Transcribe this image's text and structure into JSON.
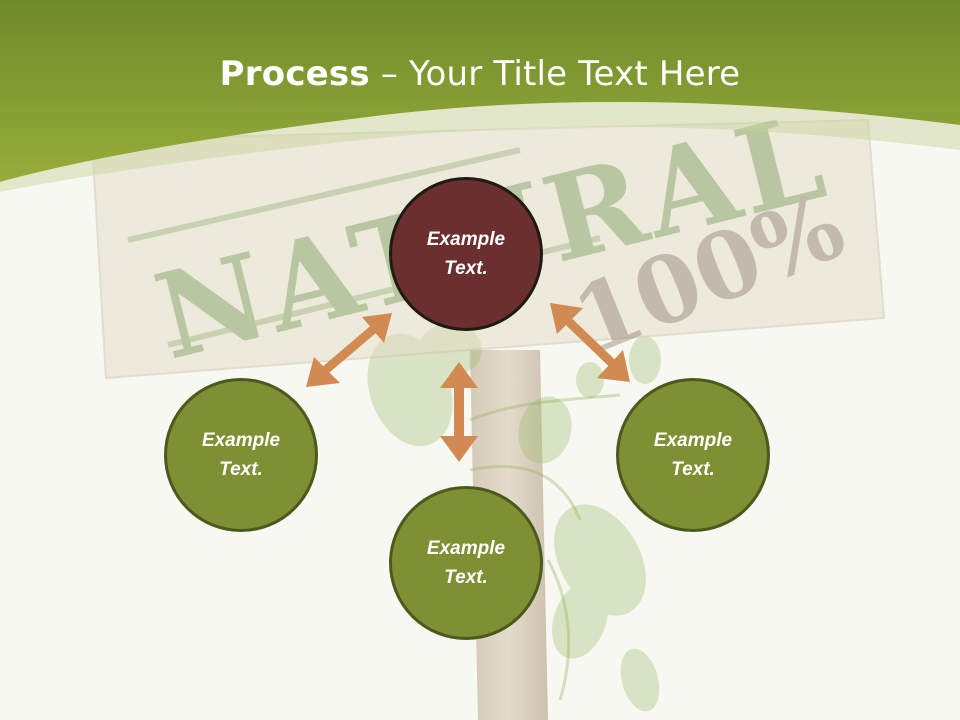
{
  "title": {
    "bold_part": "Process",
    "separator": " – ",
    "rest": "Your Title Text Here"
  },
  "background": {
    "sign_text": "NATURAL",
    "sign_percent": "100%"
  },
  "circles": {
    "top": {
      "line1": "Example",
      "line2": "Text.",
      "color": "#6b2f30"
    },
    "left": {
      "line1": "Example",
      "line2": "Text.",
      "color": "#7f8f34"
    },
    "bottom": {
      "line1": "Example",
      "line2": "Text.",
      "color": "#7f8f34"
    },
    "right": {
      "line1": "Example",
      "line2": "Text.",
      "color": "#7f8f34"
    }
  },
  "colors": {
    "header_green": "#8aa332",
    "arrow": "#d08a52",
    "circle_border": "#4a5a1c"
  }
}
